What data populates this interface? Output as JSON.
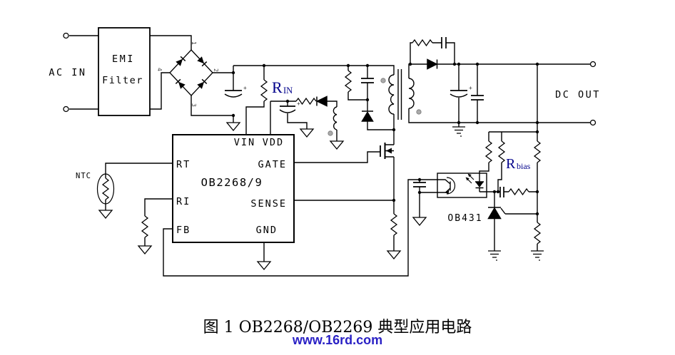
{
  "colors": {
    "background": "#ffffff",
    "wire": "#000000",
    "component_label_navy": "#00008b",
    "watermark_blue": "#2a21c5"
  },
  "left_section": {
    "ac_in_label": "AC IN",
    "emi_filter": {
      "line1": "EMI",
      "line2": "Filter"
    },
    "bridge_pin_numbers": [
      "1",
      "2",
      "3",
      "4"
    ]
  },
  "controller": {
    "part_number": "OB2268/9",
    "pins": {
      "vin": "VIN",
      "vdd": "VDD",
      "rt": "RT",
      "ri": "RI",
      "fb": "FB",
      "gate": "GATE",
      "sense": "SENSE",
      "gnd": "GND"
    }
  },
  "component_labels": {
    "ntc": "NTC",
    "r_in": {
      "base": "R",
      "subscript": "IN"
    },
    "r_bias": {
      "base": "R",
      "subscript": "bias"
    },
    "shunt_regulator": "OB431",
    "polarity_plus": "+"
  },
  "output_section": {
    "dc_out_label": "DC OUT"
  },
  "caption": {
    "figure_caption": "图 1 OB2268/OB2269 典型应用电路",
    "watermark": "www.16rd.com"
  }
}
